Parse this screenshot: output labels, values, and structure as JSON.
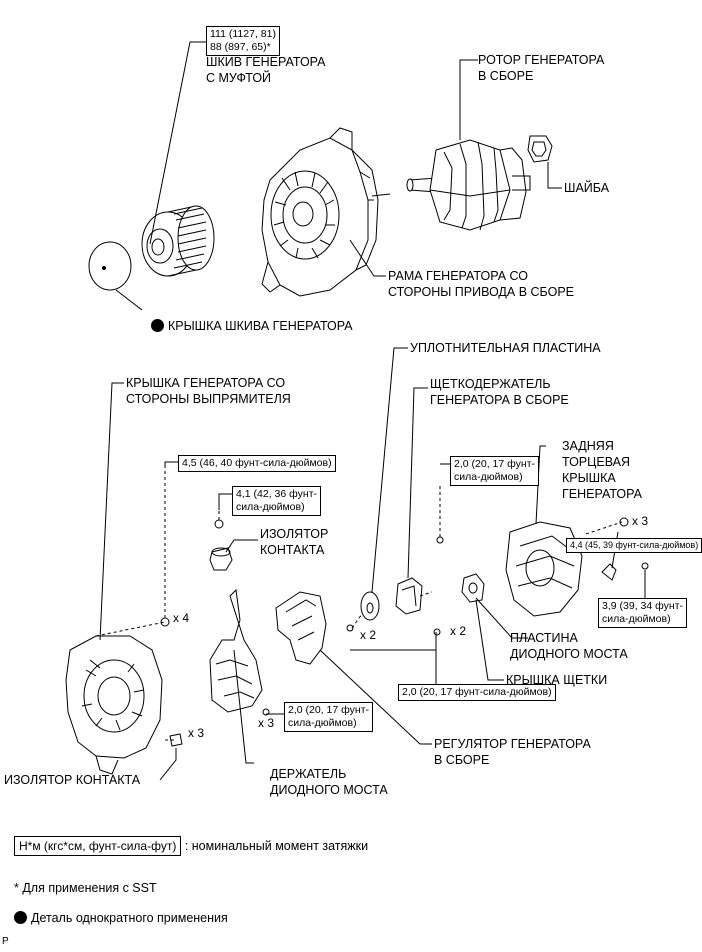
{
  "labels": {
    "pulley": "ШКИВ ГЕНЕРАТОРА\nС МУФТОЙ",
    "rotor": "РОТОР ГЕНЕРАТОРА\nВ СБОРЕ",
    "washer": "ШАЙБА",
    "drive_frame": "РАМА ГЕНЕРАТОРА СО\nСТОРОНЫ ПРИВОДА В СБОРЕ",
    "pulley_cap": "КРЫШКА ШКИВА ГЕНЕРАТОРА",
    "seal_plate": "УПЛОТНИТЕЛЬНАЯ ПЛАСТИНА",
    "rectifier_cover": "КРЫШКА ГЕНЕРАТОРА СО\nСТОРОНЫ ВЫПРЯМИТЕЛЯ",
    "brush_holder": "ЩЕТКОДЕРЖАТЕЛЬ\nГЕНЕРАТОРА В СБОРЕ",
    "rear_end_cover": "ЗАДНЯЯ\nТОРЦЕВАЯ\nКРЫШКА\nГЕНЕРАТОРА",
    "terminal_insulator_1": "ИЗОЛЯТОР\nКОНТАКТА",
    "rectifier_plate": "ПЛАСТИНА\nДИОДНОГО МОСТА",
    "brush_cover": "КРЫШКА ЩЕТКИ",
    "regulator": "РЕГУЛЯТОР ГЕНЕРАТОРА\nВ СБОРЕ",
    "terminal_insulator_2": "ИЗОЛЯТОР КОНТАКТА",
    "rectifier_holder": "ДЕРЖАТЕЛЬ\nДИОДНОГО МОСТА"
  },
  "torques": {
    "pulley": "111 (1127, 81)\n88 (897, 65)*",
    "t45": "4,5 (46, 40 фунт-сила-дюймов)",
    "t41": "4,1 (42, 36 фунт-\nсила-дюймов)",
    "t20_brush": "2,0 (20, 17 фунт-\nсила-дюймов)",
    "t44": "4,4 (45, 39 фунт-сила-дюймов)",
    "t39": "3,9 (39, 34 фунт-\nсила-дюймов)",
    "t20_holder": "2,0 (20, 17 фунт-\nсила-дюймов)",
    "t20_regulator": "2,0 (20, 17 фунт-сила-дюймов)"
  },
  "quantities": {
    "x4": "x 4",
    "x3_cover": "x 3",
    "x3_rear": "x 3",
    "x2_seal": "x 2",
    "x2_reg": "x 2",
    "x3_holder": "x 3"
  },
  "legend": {
    "torque_unit": "Н*м (кгс*см, фунт-сила-фут)",
    "torque_desc": ": номинальный момент затяжки",
    "sst_note": "* Для применения с SST",
    "single_use": "Деталь однократного применения",
    "corner": "P"
  }
}
